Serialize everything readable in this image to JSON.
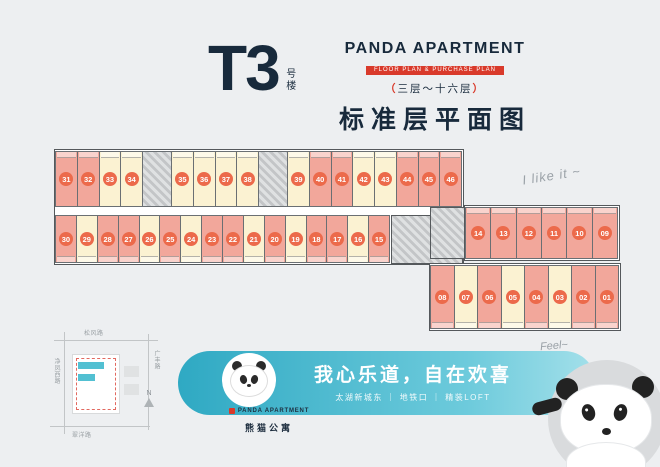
{
  "header": {
    "building_number": "T3",
    "building_suffix": "号楼",
    "brand": "PANDA APARTMENT",
    "brand_sub": "FLOOR PLAN & PURCHASE PLAN",
    "floors_open": "（",
    "floors": "三层～十六层",
    "floors_close": "）",
    "plan_title": "标准层平面图"
  },
  "plan": {
    "note": "I like it ~",
    "main_top": [
      {
        "n": "31",
        "c": "P"
      },
      {
        "n": "32",
        "c": "P"
      },
      {
        "n": "33",
        "c": "C"
      },
      {
        "n": "34",
        "c": "C"
      },
      {
        "core": true
      },
      {
        "n": "35",
        "c": "C"
      },
      {
        "n": "36",
        "c": "C"
      },
      {
        "n": "37",
        "c": "C"
      },
      {
        "n": "38",
        "c": "C"
      },
      {
        "core": true
      },
      {
        "n": "39",
        "c": "C"
      },
      {
        "n": "40",
        "c": "P"
      },
      {
        "n": "41",
        "c": "P"
      },
      {
        "n": "42",
        "c": "C"
      },
      {
        "n": "43",
        "c": "C"
      },
      {
        "n": "44",
        "c": "P"
      },
      {
        "n": "45",
        "c": "P"
      },
      {
        "n": "46",
        "c": "P"
      }
    ],
    "main_bottom": [
      {
        "n": "30",
        "c": "P"
      },
      {
        "n": "29",
        "c": "C"
      },
      {
        "n": "28",
        "c": "P"
      },
      {
        "n": "27",
        "c": "P"
      },
      {
        "n": "26",
        "c": "C"
      },
      {
        "n": "25",
        "c": "P"
      },
      {
        "n": "24",
        "c": "C"
      },
      {
        "n": "23",
        "c": "P"
      },
      {
        "n": "22",
        "c": "P"
      },
      {
        "n": "21",
        "c": "C"
      },
      {
        "n": "20",
        "c": "P"
      },
      {
        "n": "19",
        "c": "C"
      },
      {
        "n": "18",
        "c": "P"
      },
      {
        "n": "17",
        "c": "P"
      },
      {
        "n": "16",
        "c": "C"
      },
      {
        "n": "15",
        "c": "P"
      }
    ],
    "wing_top": [
      {
        "n": "14",
        "c": "P"
      },
      {
        "n": "13",
        "c": "P"
      },
      {
        "n": "12",
        "c": "P"
      },
      {
        "n": "11",
        "c": "P"
      },
      {
        "n": "10",
        "c": "P"
      },
      {
        "n": "09",
        "c": "P"
      }
    ],
    "wing_bottom": [
      {
        "n": "08",
        "c": "P"
      },
      {
        "n": "07",
        "c": "C"
      },
      {
        "n": "06",
        "c": "P"
      },
      {
        "n": "05",
        "c": "C"
      },
      {
        "n": "04",
        "c": "P"
      },
      {
        "n": "03",
        "c": "C"
      },
      {
        "n": "02",
        "c": "P"
      },
      {
        "n": "01",
        "c": "P"
      }
    ]
  },
  "site_map": {
    "road_top": "松风路",
    "road_left": "净凤西路",
    "road_right": "广丰路",
    "road_bottom": "翠洋路",
    "compass": "N"
  },
  "banner": {
    "slogan": "我心乐道，自在欢喜",
    "tags": "太湖新城东 ｜ 地铁口 ｜ 精装LOFT",
    "logo_brand": "PANDA APARTMENT",
    "logo_cn": "熊猫公寓",
    "feel_note": "Feel~"
  }
}
